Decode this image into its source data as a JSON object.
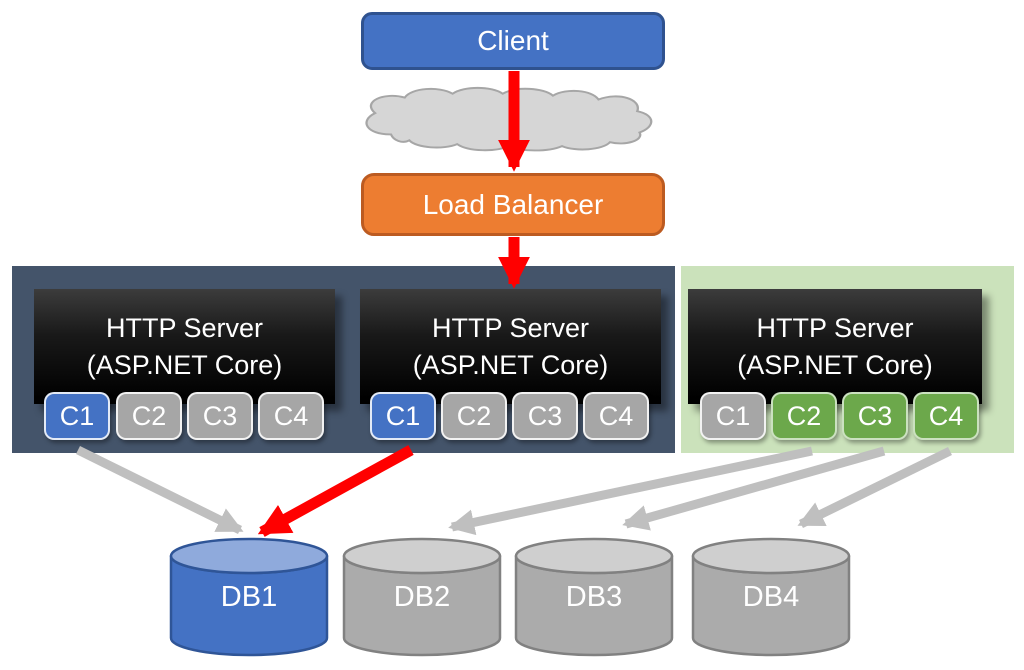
{
  "nodes": {
    "client": {
      "label": "Client"
    },
    "load_balancer": {
      "label": "Load Balancer"
    },
    "cloud_icon": "internet-cloud"
  },
  "servers": [
    {
      "title_line1": "HTTP Server",
      "title_line2": "(ASP.NET Core)",
      "zone": "dark-blue",
      "chips": [
        {
          "label": "C1",
          "state": "blue"
        },
        {
          "label": "C2",
          "state": "gray"
        },
        {
          "label": "C3",
          "state": "gray"
        },
        {
          "label": "C4",
          "state": "gray"
        }
      ]
    },
    {
      "title_line1": "HTTP Server",
      "title_line2": "(ASP.NET Core)",
      "zone": "dark-blue",
      "chips": [
        {
          "label": "C1",
          "state": "blue"
        },
        {
          "label": "C2",
          "state": "gray"
        },
        {
          "label": "C3",
          "state": "gray"
        },
        {
          "label": "C4",
          "state": "gray"
        }
      ]
    },
    {
      "title_line1": "HTTP Server",
      "title_line2": "(ASP.NET Core)",
      "zone": "light-green",
      "chips": [
        {
          "label": "C1",
          "state": "gray"
        },
        {
          "label": "C2",
          "state": "green"
        },
        {
          "label": "C3",
          "state": "green"
        },
        {
          "label": "C4",
          "state": "green"
        }
      ]
    }
  ],
  "databases": [
    {
      "label": "DB1",
      "state": "blue"
    },
    {
      "label": "DB2",
      "state": "gray"
    },
    {
      "label": "DB3",
      "state": "gray"
    },
    {
      "label": "DB4",
      "state": "gray"
    }
  ],
  "connections": [
    {
      "from": "client",
      "to": "load-balancer",
      "style": "red"
    },
    {
      "from": "load-balancer",
      "to": "server-2",
      "style": "red"
    },
    {
      "from": "server-1-C1",
      "to": "DB1",
      "style": "gray"
    },
    {
      "from": "server-2-C1",
      "to": "DB1",
      "style": "red"
    },
    {
      "from": "server-3-C2",
      "to": "DB2",
      "style": "gray"
    },
    {
      "from": "server-3-C3",
      "to": "DB3",
      "style": "gray"
    },
    {
      "from": "server-3-C4",
      "to": "DB4",
      "style": "gray"
    }
  ],
  "colors": {
    "client_fill": "#4472C4",
    "client_border": "#2F528F",
    "load_balancer_fill": "#ED7D31",
    "load_balancer_border": "#BC5B21",
    "zone_dark_fill": "#44546A",
    "zone_green_fill": "#CBE2BB",
    "server_fill": "#000000",
    "server_text": "#FFFFFF",
    "chip_blue": "#4472C4",
    "chip_gray": "#A6A6A6",
    "chip_green": "#6CA84B",
    "db_blue_fill": "#4472C4",
    "db_blue_top": "#8FAADC",
    "db_gray_fill": "#ABABAB",
    "db_gray_top": "#CFCFCF",
    "arrow_red": "#FF0000",
    "arrow_gray": "#BFBFBF",
    "cloud_fill": "#D6D6D6",
    "cloud_stroke": "#A6A6A6"
  }
}
